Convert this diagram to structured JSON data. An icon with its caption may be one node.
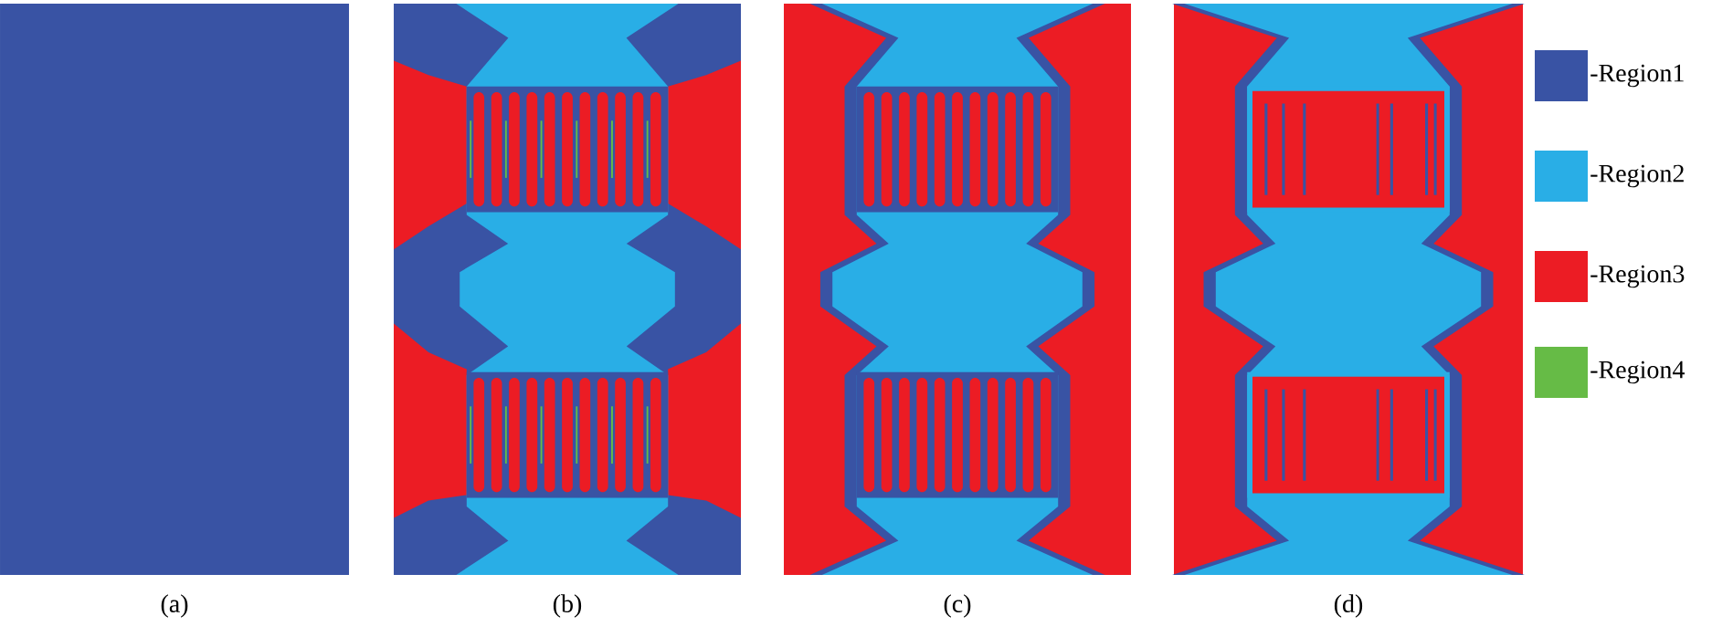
{
  "diagram": {
    "labels": [
      "(a)",
      "(b)",
      "(c)",
      "(d)"
    ],
    "legend": [
      {
        "text": "-Region1",
        "color": "#3953a4"
      },
      {
        "text": "-Region2",
        "color": "#29aee6"
      },
      {
        "text": "-Region3",
        "color": "#ec1c24"
      },
      {
        "text": "-Region4",
        "color": "#66bb46"
      }
    ]
  }
}
